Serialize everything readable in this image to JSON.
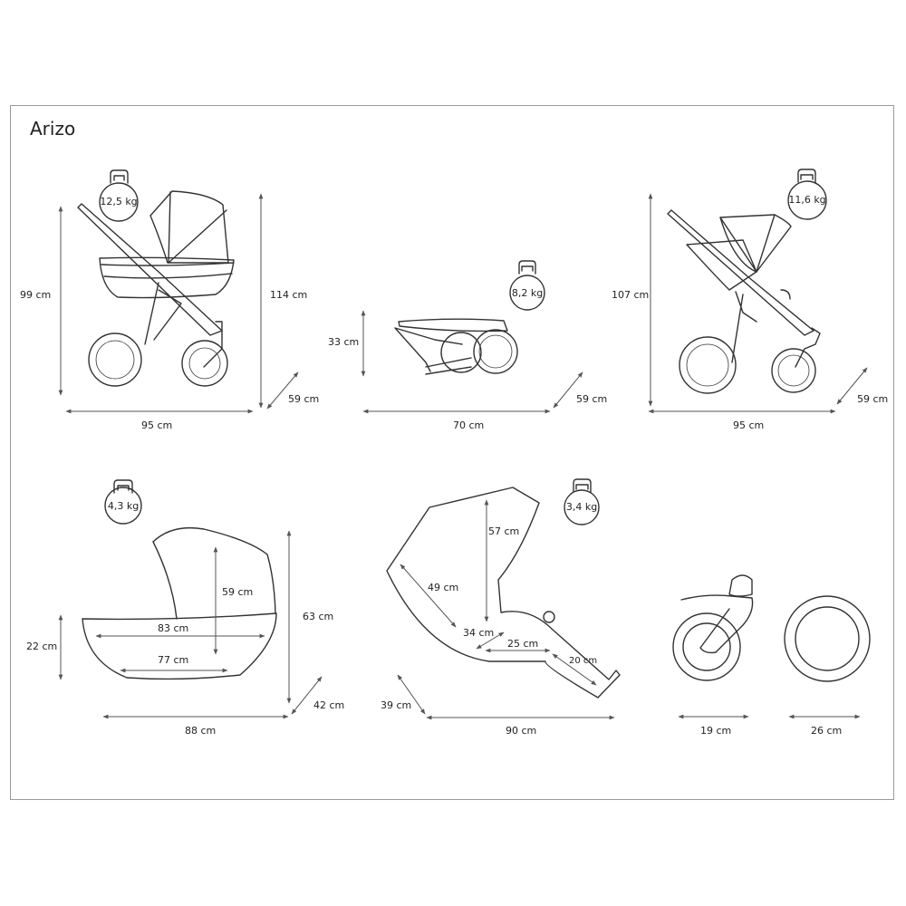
{
  "title": "Arizo",
  "colors": {
    "line": "#333333",
    "dim": "#555555",
    "frame": "#9a9a9a"
  },
  "panels": [
    {
      "id": "pram",
      "weight": "12,5 kg",
      "dims": {
        "handle_height": "99 cm",
        "total_height": "114 cm",
        "length": "95 cm",
        "width": "59 cm"
      }
    },
    {
      "id": "folded",
      "weight": "8,2 kg",
      "dims": {
        "height": "33 cm",
        "length": "70 cm",
        "width": "59 cm"
      }
    },
    {
      "id": "stroller",
      "weight": "11,6 kg",
      "dims": {
        "height": "107 cm",
        "length": "95 cm",
        "width": "59 cm"
      }
    },
    {
      "id": "carrycot",
      "weight": "4,3 kg",
      "dims": {
        "depth": "22 cm",
        "hood_height": "59 cm",
        "total_height": "63 cm",
        "outer_length": "83 cm",
        "inner_length": "77 cm",
        "length": "88 cm",
        "width": "42 cm"
      }
    },
    {
      "id": "seat",
      "weight": "3,4 kg",
      "dims": {
        "back_height": "57 cm",
        "back_length": "49 cm",
        "seat_depth": "34 cm",
        "seat_length": "25 cm",
        "legrest": "20 cm",
        "width": "39 cm",
        "length": "90 cm"
      }
    },
    {
      "id": "wheels",
      "dims": {
        "front_wheel": "19 cm",
        "rear_wheel": "26 cm"
      }
    }
  ]
}
